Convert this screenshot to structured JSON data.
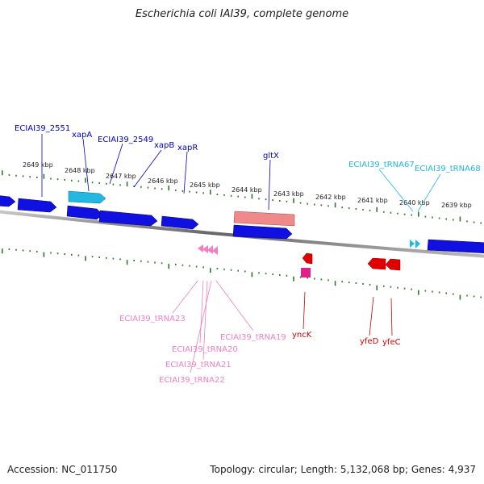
{
  "title": "Escherichia coli IAI39, complete genome",
  "footer": {
    "accession": "Accession: NC_011750",
    "summary": "Topology: circular; Length: 5,132,068 bp; Genes: 4,937"
  },
  "colors": {
    "forward_gene": "#1010e0",
    "tRNA_cyan": "#22b8e0",
    "rRNA_salmon": "#f08a8a",
    "tRNA_pink": "#f080c0",
    "reverse_gene_red": "#e00000",
    "pseudo_magenta": "#e0208a",
    "tick": "#2a7a2a",
    "backbone": "#777777"
  },
  "kbp_ticks": [
    "2649 kbp",
    "2648 kbp",
    "2647 kbp",
    "2646 kbp",
    "2645 kbp",
    "2644 kbp",
    "2643 kbp",
    "2642 kbp",
    "2641 kbp",
    "2640 kbp",
    "2639 kbp"
  ],
  "top_labels": [
    "ECIAI39_2551",
    "xapA",
    "ECIAI39_2549",
    "xapB",
    "xapR",
    "gltX",
    "ECIAI39_tRNA67",
    "ECIAI39_tRNA68"
  ],
  "bottom_labels": [
    "ECIAI39_tRNA23",
    "ECIAI39_tRNA19",
    "ECIAI39_tRNA20",
    "ECIAI39_tRNA21",
    "ECIAI39_tRNA22",
    "yncK",
    "yfeD",
    "yfeC"
  ]
}
